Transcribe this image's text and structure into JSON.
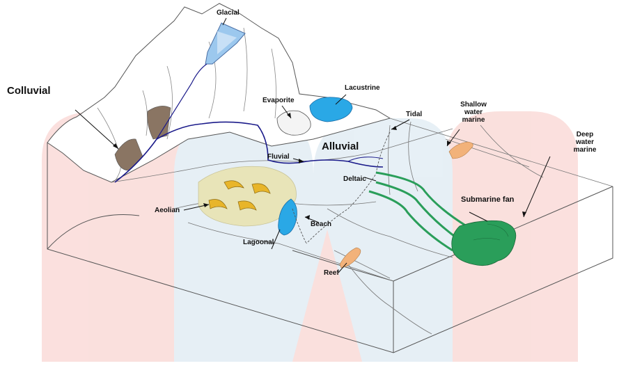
{
  "labels": {
    "glacial": "Glacial",
    "colluvial": "Colluvial",
    "evaporite": "Evaporite",
    "lacustrine": "Lacustrine",
    "tidal": "Tidal",
    "shallow_water_marine": [
      "Shallow",
      "water",
      "marine"
    ],
    "deep_water_marine": [
      "Deep",
      "water",
      "marine"
    ],
    "fluvial": "Fluvial",
    "alluvial": "Alluvial",
    "deltaic": "Deltaic",
    "aeolian": "Aeolian",
    "beach": "Beach",
    "lagoonal": "Lagoonal",
    "submarine_fan": "Submarine fan",
    "reef": "Reef"
  },
  "colors": {
    "lake": "#2aa8e6",
    "glacier": "#9cc8ee",
    "sand_patch": "#e8e4b8",
    "dune": "#e8b52a",
    "colluvium": "#8a7563",
    "fan": "#2a9e5a",
    "reef_shelf": "#f2b27a",
    "channel": "#1a1a8a",
    "watermark_red": "#f7c7c2",
    "watermark_blue": "#d3e3ee"
  }
}
